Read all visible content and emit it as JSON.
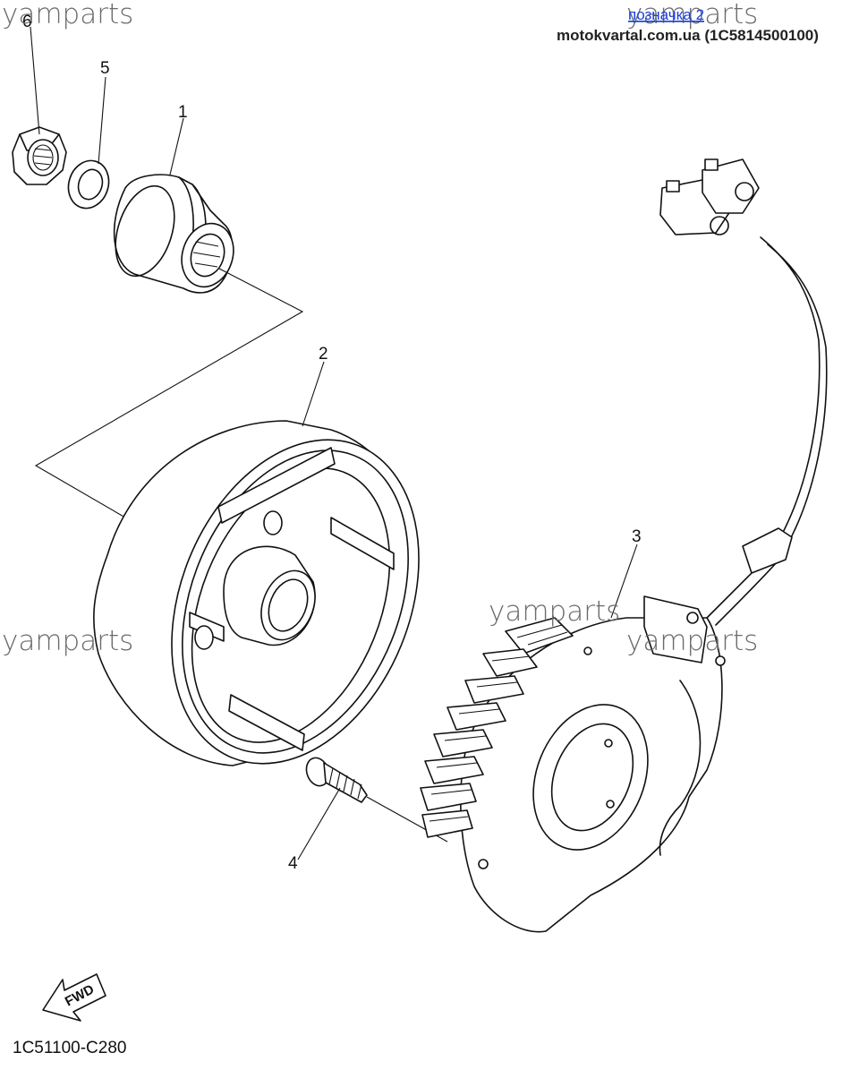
{
  "watermarks": [
    {
      "id": "wm-top-left",
      "text": "yamparts"
    },
    {
      "id": "wm-top-right",
      "text": "yamparts"
    },
    {
      "id": "wm-mid-left",
      "text": "yamparts"
    },
    {
      "id": "wm-mid-center",
      "text": "yamparts"
    },
    {
      "id": "wm-mid-right",
      "text": "yamparts"
    }
  ],
  "header": {
    "link_text": "позначка 2",
    "source_text": "motokvartal.com.ua (1C5814500100)"
  },
  "callouts": [
    "1",
    "2",
    "3",
    "4",
    "5",
    "6"
  ],
  "fwd_label": "FWD",
  "diagram_code": "1C51100-C280",
  "icons": {
    "fwd_arrow": "fwd-arrow-icon"
  }
}
